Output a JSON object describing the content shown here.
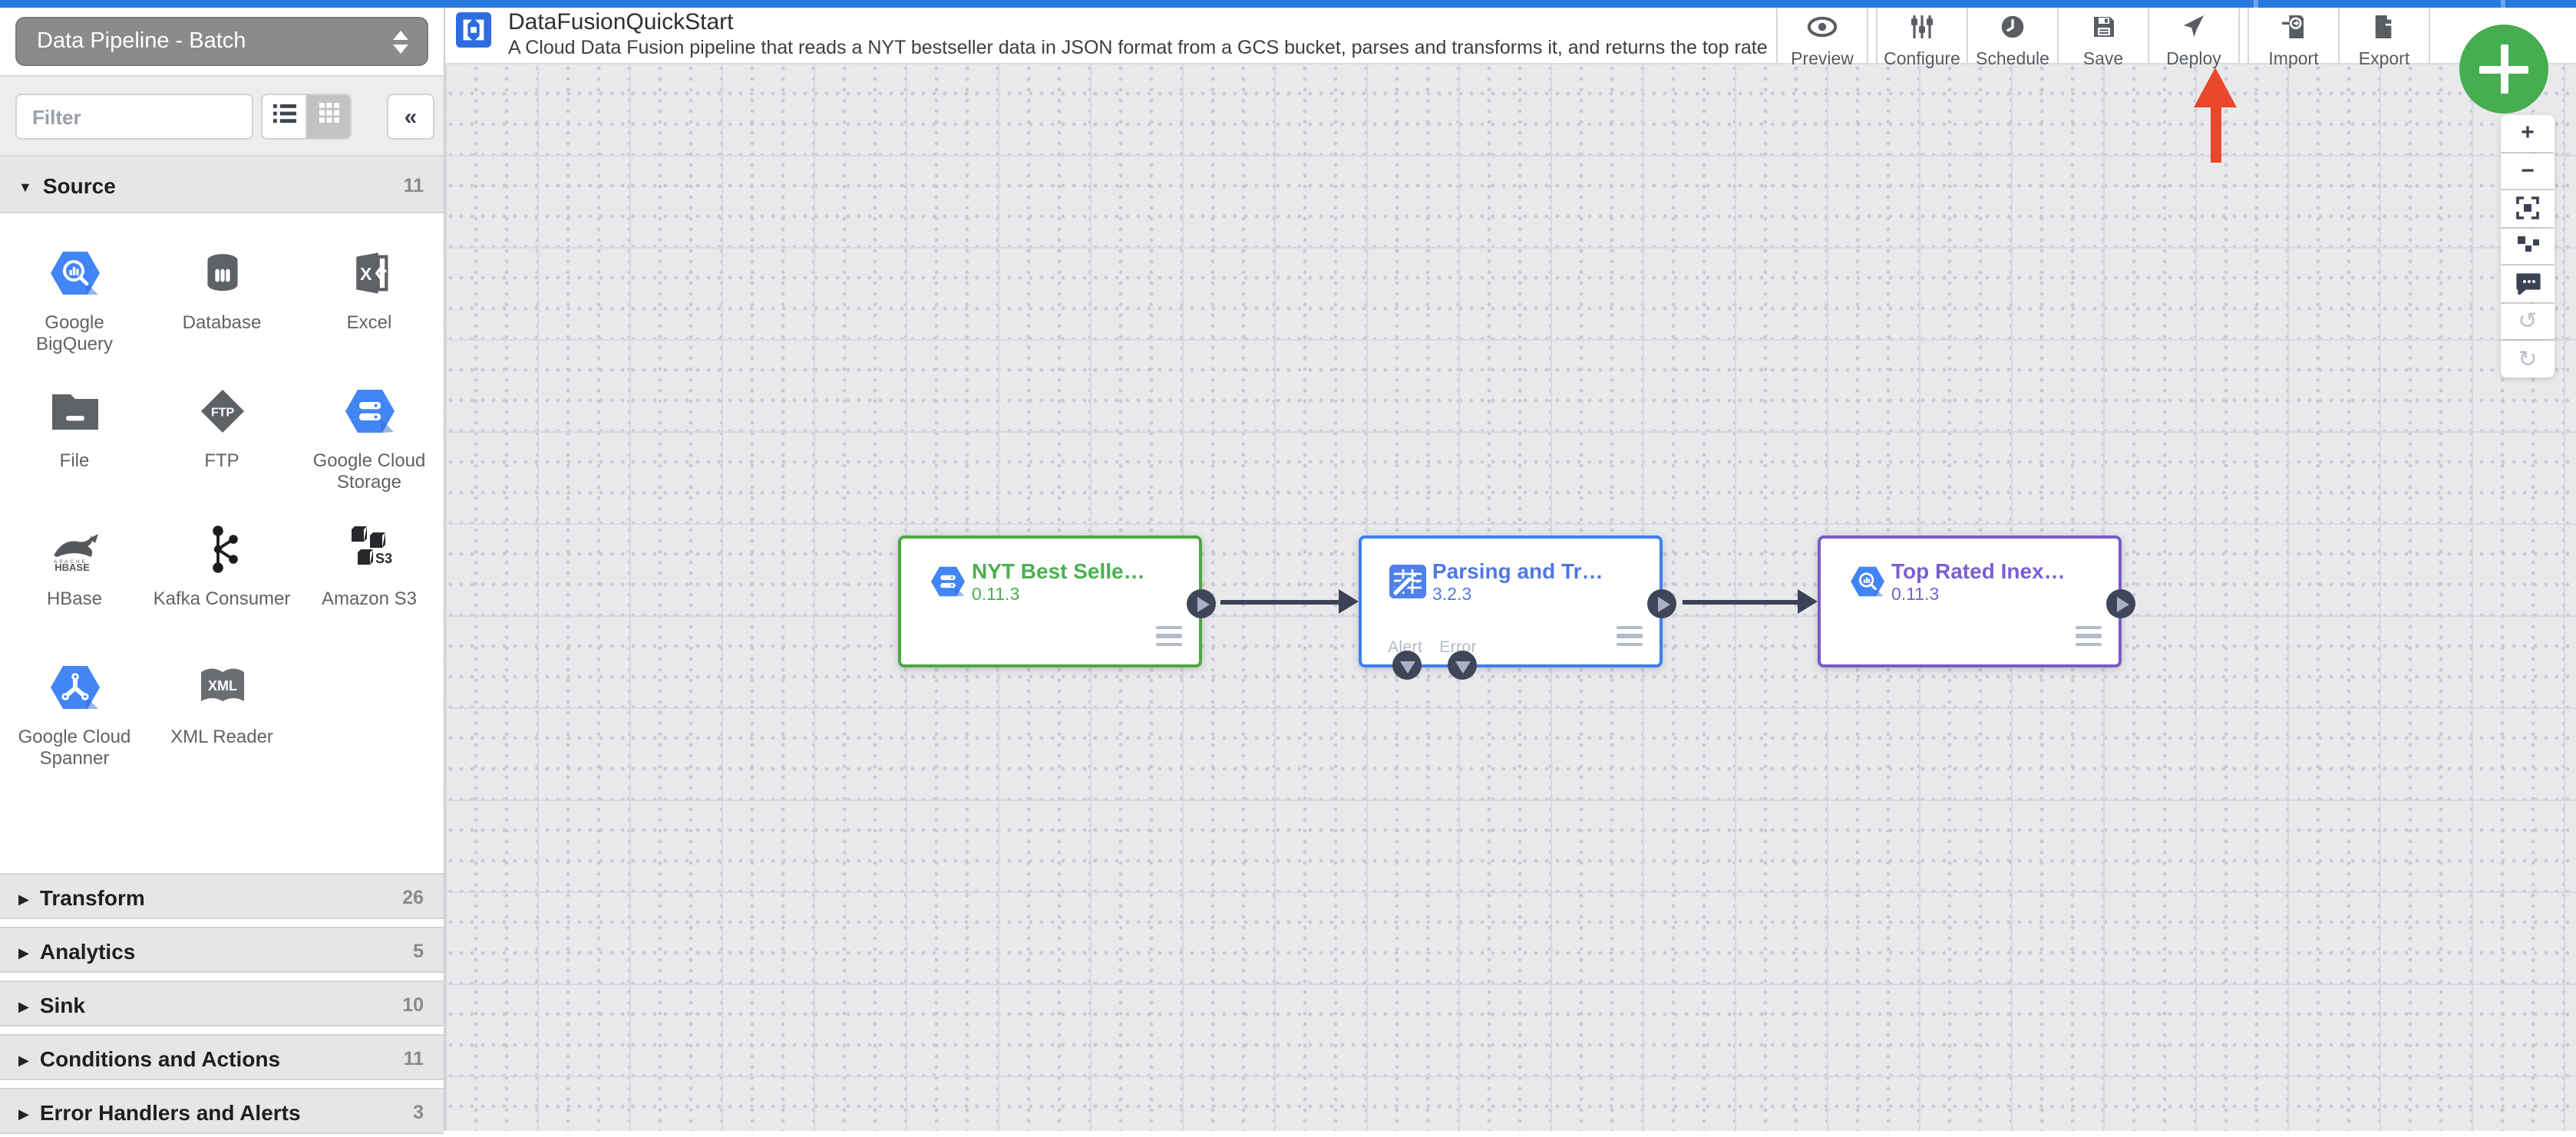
{
  "topbar": {
    "color": "#2a79e2"
  },
  "pipeline_type_selector": {
    "value": "Data Pipeline - Batch",
    "icon": "updown-arrows-icon"
  },
  "header": {
    "logo_icon": "cdap-logo",
    "title": "DataFusionQuickStart",
    "description": "A Cloud Data Fusion pipeline that reads a NYT bestseller data in JSON format from a GCS bucket, parses and transforms it, and returns the top rated book…"
  },
  "toolbar": {
    "buttons": [
      {
        "label": "Preview",
        "icon": "eye-icon"
      },
      {
        "label": "Configure",
        "icon": "sliders-icon"
      },
      {
        "label": "Schedule",
        "icon": "clock-icon"
      },
      {
        "label": "Save",
        "icon": "save-icon"
      },
      {
        "label": "Deploy",
        "icon": "paper-plane-icon"
      },
      {
        "label": "Import",
        "icon": "import-file-icon"
      },
      {
        "label": "Export",
        "icon": "export-file-icon"
      }
    ]
  },
  "sidebar": {
    "filter": {
      "placeholder": "Filter"
    },
    "view_toggle": {
      "list_icon": "list-view-icon",
      "grid_icon": "grid-view-icon",
      "collapse_glyph": "«"
    },
    "sections": [
      {
        "label": "Source",
        "count": "11",
        "expanded": true
      },
      {
        "label": "Transform",
        "count": "26",
        "expanded": false
      },
      {
        "label": "Analytics",
        "count": "5",
        "expanded": false
      },
      {
        "label": "Sink",
        "count": "10",
        "expanded": false
      },
      {
        "label": "Conditions and Actions",
        "count": "11",
        "expanded": false
      },
      {
        "label": "Error Handlers and Alerts",
        "count": "3",
        "expanded": false
      }
    ],
    "source_plugins": [
      {
        "label": "Google BigQuery",
        "icon": "bigquery-icon"
      },
      {
        "label": "Database",
        "icon": "database-icon"
      },
      {
        "label": "Excel",
        "icon": "excel-icon"
      },
      {
        "label": "File",
        "icon": "file-folder-icon"
      },
      {
        "label": "FTP",
        "icon": "ftp-icon"
      },
      {
        "label": "Google Cloud Storage",
        "icon": "gcs-icon"
      },
      {
        "label": "HBase",
        "icon": "hbase-icon"
      },
      {
        "label": "Kafka Consumer",
        "icon": "kafka-icon"
      },
      {
        "label": "Amazon S3",
        "icon": "s3-icon"
      },
      {
        "label": "Google Cloud Spanner",
        "icon": "spanner-icon"
      },
      {
        "label": "XML Reader",
        "icon": "xml-reader-icon"
      }
    ]
  },
  "canvas": {
    "nodes": [
      {
        "title": "NYT Best Selle…",
        "version": "0.11.3",
        "accent_color": "#4caf50",
        "icon": "gcs-icon"
      },
      {
        "title": "Parsing and Tr…",
        "version": "3.2.3",
        "accent_color": "#4285f4",
        "icon": "wrangler-icon",
        "port_labels": {
          "alert": "Alert",
          "error": "Error"
        }
      },
      {
        "title": "Top Rated Inex…",
        "version": "0.11.3",
        "accent_color": "#7e57c2",
        "icon": "bigquery-icon"
      }
    ],
    "connections": [
      {
        "from": 0,
        "to": 1
      },
      {
        "from": 1,
        "to": 2
      }
    ],
    "deploy_arrow": {
      "color": "#e8472b",
      "points_to": "Deploy"
    },
    "add_button": {
      "color": "#47ad51",
      "icon": "plus-icon"
    }
  },
  "zoom_controls": {
    "buttons": [
      {
        "name": "zoom-in",
        "glyph": "+"
      },
      {
        "name": "zoom-out",
        "glyph": "−"
      },
      {
        "name": "fit-to-screen",
        "glyph": ""
      },
      {
        "name": "auto-align",
        "glyph": ""
      },
      {
        "name": "comment",
        "glyph": ""
      },
      {
        "name": "undo",
        "glyph": "↺",
        "disabled": true
      },
      {
        "name": "redo",
        "glyph": "↻",
        "disabled": true
      }
    ]
  }
}
